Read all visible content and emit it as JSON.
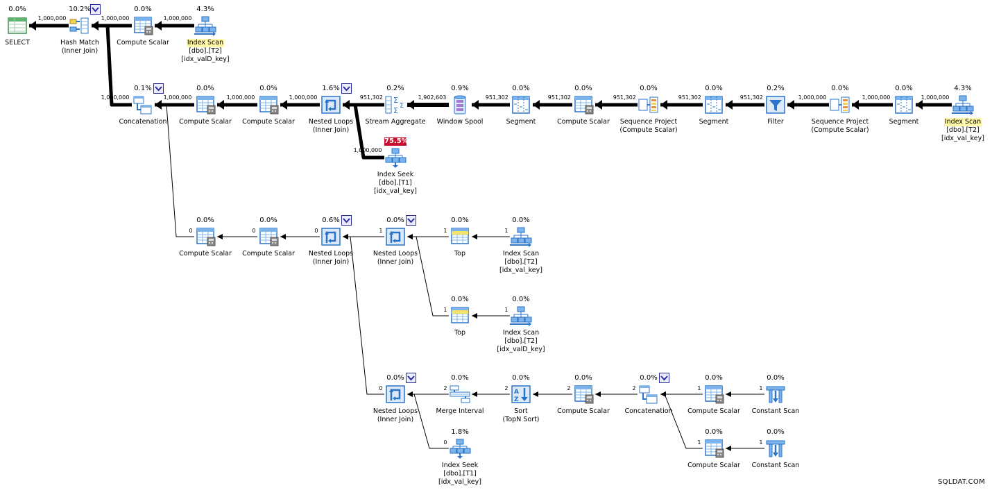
{
  "colors": {
    "edge": "#000000",
    "hot_cost": "#c8102e",
    "highlight": "#fff8a8",
    "icon_blue": "#2a73c8"
  },
  "nodes": [
    {
      "id": "n1",
      "icon": "result-icon",
      "pct": "0.0%",
      "dd": false,
      "lines": [
        "SELECT"
      ]
    },
    {
      "id": "n2",
      "icon": "hash-match-icon",
      "pct": "10.2%",
      "dd": true,
      "lines": [
        "Hash Match",
        "(Inner Join)"
      ]
    },
    {
      "id": "n3",
      "icon": "compute-scalar-icon",
      "pct": "0.0%",
      "dd": false,
      "lines": [
        "Compute Scalar"
      ]
    },
    {
      "id": "n4",
      "icon": "index-scan-icon",
      "pct": "4.3%",
      "dd": false,
      "lines": [
        "Index Scan",
        "[dbo].[T2]",
        "[idx_valD_key]"
      ],
      "highlight": 0
    },
    {
      "id": "n5",
      "icon": "concatenation-icon",
      "pct": "0.1%",
      "dd": true,
      "lines": [
        "Concatenation"
      ]
    },
    {
      "id": "n6",
      "icon": "compute-scalar-icon",
      "pct": "0.0%",
      "dd": false,
      "lines": [
        "Compute Scalar"
      ]
    },
    {
      "id": "n7",
      "icon": "compute-scalar-icon",
      "pct": "0.0%",
      "dd": false,
      "lines": [
        "Compute Scalar"
      ]
    },
    {
      "id": "n8",
      "icon": "nested-loops-icon",
      "pct": "1.6%",
      "dd": true,
      "lines": [
        "Nested Loops",
        "(Inner Join)"
      ]
    },
    {
      "id": "n9",
      "icon": "stream-aggregate-icon",
      "pct": "0.2%",
      "dd": false,
      "lines": [
        "Stream Aggregate"
      ]
    },
    {
      "id": "n10",
      "icon": "window-spool-icon",
      "pct": "0.9%",
      "dd": false,
      "lines": [
        "Window Spool"
      ]
    },
    {
      "id": "n11",
      "icon": "segment-icon",
      "pct": "0.0%",
      "dd": false,
      "lines": [
        "Segment"
      ]
    },
    {
      "id": "n12",
      "icon": "compute-scalar-icon",
      "pct": "0.0%",
      "dd": false,
      "lines": [
        "Compute Scalar"
      ]
    },
    {
      "id": "n13",
      "icon": "sequence-project-icon",
      "pct": "0.0%",
      "dd": false,
      "lines": [
        "Sequence Project",
        "(Compute Scalar)"
      ]
    },
    {
      "id": "n14",
      "icon": "segment-icon",
      "pct": "0.0%",
      "dd": false,
      "lines": [
        "Segment"
      ]
    },
    {
      "id": "n15",
      "icon": "filter-icon",
      "pct": "0.2%",
      "dd": false,
      "lines": [
        "Filter"
      ]
    },
    {
      "id": "n16",
      "icon": "sequence-project-icon",
      "pct": "0.0%",
      "dd": false,
      "lines": [
        "Sequence Project",
        "(Compute Scalar)"
      ]
    },
    {
      "id": "n17",
      "icon": "segment-icon",
      "pct": "0.0%",
      "dd": false,
      "lines": [
        "Segment"
      ]
    },
    {
      "id": "n18",
      "icon": "index-scan-icon",
      "pct": "4.3%",
      "dd": false,
      "lines": [
        "Index Scan",
        "[dbo].[T2]",
        "[idx_val_key]"
      ],
      "highlight": 0
    },
    {
      "id": "n19",
      "icon": "index-seek-icon",
      "pct": "75.5%",
      "hot": true,
      "dd": false,
      "lines": [
        "Index Seek",
        "[dbo].[T1]",
        "[idx_val_key]"
      ]
    },
    {
      "id": "n20",
      "icon": "compute-scalar-icon",
      "pct": "0.0%",
      "dd": false,
      "lines": [
        "Compute Scalar"
      ]
    },
    {
      "id": "n21",
      "icon": "compute-scalar-icon",
      "pct": "0.0%",
      "dd": false,
      "lines": [
        "Compute Scalar"
      ]
    },
    {
      "id": "n22",
      "icon": "nested-loops-icon",
      "pct": "0.6%",
      "dd": true,
      "lines": [
        "Nested Loops",
        "(Inner Join)"
      ]
    },
    {
      "id": "n23",
      "icon": "nested-loops-icon",
      "pct": "0.0%",
      "dd": true,
      "lines": [
        "Nested Loops",
        "(Inner Join)"
      ]
    },
    {
      "id": "n24",
      "icon": "top-icon",
      "pct": "0.0%",
      "dd": false,
      "lines": [
        "Top"
      ]
    },
    {
      "id": "n25",
      "icon": "index-scan-icon",
      "pct": "0.0%",
      "dd": false,
      "lines": [
        "Index Scan",
        "[dbo].[T2]",
        "[idx_val_key]"
      ]
    },
    {
      "id": "n26",
      "icon": "top-icon",
      "pct": "0.0%",
      "dd": false,
      "lines": [
        "Top"
      ]
    },
    {
      "id": "n27",
      "icon": "index-scan-icon",
      "pct": "0.0%",
      "dd": false,
      "lines": [
        "Index Scan",
        "[dbo].[T2]",
        "[idx_valD_key]"
      ]
    },
    {
      "id": "n28",
      "icon": "nested-loops-icon",
      "pct": "0.0%",
      "dd": true,
      "lines": [
        "Nested Loops",
        "(Inner Join)"
      ]
    },
    {
      "id": "n29",
      "icon": "merge-interval-icon",
      "pct": "0.0%",
      "dd": false,
      "lines": [
        "Merge Interval"
      ]
    },
    {
      "id": "n30",
      "icon": "sort-icon",
      "pct": "0.0%",
      "dd": false,
      "lines": [
        "Sort",
        "(TopN Sort)"
      ]
    },
    {
      "id": "n31",
      "icon": "compute-scalar-icon",
      "pct": "0.0%",
      "dd": false,
      "lines": [
        "Compute Scalar"
      ]
    },
    {
      "id": "n32",
      "icon": "concatenation-icon",
      "pct": "0.0%",
      "dd": true,
      "lines": [
        "Concatenation"
      ]
    },
    {
      "id": "n33",
      "icon": "compute-scalar-icon",
      "pct": "0.0%",
      "dd": false,
      "lines": [
        "Compute Scalar"
      ]
    },
    {
      "id": "n34",
      "icon": "constant-scan-icon",
      "pct": "0.0%",
      "dd": false,
      "lines": [
        "Constant Scan"
      ]
    },
    {
      "id": "n35",
      "icon": "index-seek-icon",
      "pct": "1.8%",
      "dd": false,
      "lines": [
        "Index Seek",
        "[dbo].[T1]",
        "[idx_val_key]"
      ]
    },
    {
      "id": "n36",
      "icon": "compute-scalar-icon",
      "pct": "0.0%",
      "dd": false,
      "lines": [
        "Compute Scalar"
      ]
    },
    {
      "id": "n37",
      "icon": "constant-scan-icon",
      "pct": "0.0%",
      "dd": false,
      "lines": [
        "Constant Scan"
      ]
    }
  ],
  "edges": [
    {
      "from": "n2",
      "to": "n1",
      "rows": "1,000,000",
      "w": 5
    },
    {
      "from": "n3",
      "to": "n2",
      "rows": "1,000,000",
      "w": 5
    },
    {
      "from": "n4",
      "to": "n3",
      "rows": "1,000,000",
      "w": 5
    },
    {
      "from": "n5",
      "to": "n2",
      "rows": "1,000,000",
      "w": 5
    },
    {
      "from": "n6",
      "to": "n5",
      "rows": "1,000,000",
      "w": 5
    },
    {
      "from": "n7",
      "to": "n6",
      "rows": "1,000,000",
      "w": 5
    },
    {
      "from": "n8",
      "to": "n7",
      "rows": "1,000,000",
      "w": 5
    },
    {
      "from": "n9",
      "to": "n8",
      "rows": "951,302",
      "w": 5
    },
    {
      "from": "n10",
      "to": "n9",
      "rows": "1,902,603",
      "w": 6
    },
    {
      "from": "n11",
      "to": "n10",
      "rows": "951,302",
      "w": 5
    },
    {
      "from": "n12",
      "to": "n11",
      "rows": "951,302",
      "w": 5
    },
    {
      "from": "n13",
      "to": "n12",
      "rows": "951,302",
      "w": 5
    },
    {
      "from": "n14",
      "to": "n13",
      "rows": "951,302",
      "w": 5
    },
    {
      "from": "n15",
      "to": "n14",
      "rows": "951,302",
      "w": 5
    },
    {
      "from": "n16",
      "to": "n15",
      "rows": "1,000,000",
      "w": 5
    },
    {
      "from": "n17",
      "to": "n16",
      "rows": "1,000,000",
      "w": 5
    },
    {
      "from": "n18",
      "to": "n17",
      "rows": "1,000,000",
      "w": 5
    },
    {
      "from": "n19",
      "to": "n8",
      "rows": "1,000,000",
      "w": 5
    },
    {
      "from": "n20",
      "to": "n5",
      "rows": "0",
      "w": 1
    },
    {
      "from": "n21",
      "to": "n20",
      "rows": "0",
      "w": 1
    },
    {
      "from": "n22",
      "to": "n21",
      "rows": "0",
      "w": 1
    },
    {
      "from": "n23",
      "to": "n22",
      "rows": "1",
      "w": 1
    },
    {
      "from": "n24",
      "to": "n23",
      "rows": "1",
      "w": 1
    },
    {
      "from": "n25",
      "to": "n24",
      "rows": "1",
      "w": 1
    },
    {
      "from": "n26",
      "to": "n23",
      "rows": "1",
      "w": 1
    },
    {
      "from": "n27",
      "to": "n26",
      "rows": "1",
      "w": 1
    },
    {
      "from": "n28",
      "to": "n22",
      "rows": "0",
      "w": 1
    },
    {
      "from": "n29",
      "to": "n28",
      "rows": "2",
      "w": 1
    },
    {
      "from": "n30",
      "to": "n29",
      "rows": "2",
      "w": 1
    },
    {
      "from": "n31",
      "to": "n30",
      "rows": "2",
      "w": 1
    },
    {
      "from": "n32",
      "to": "n31",
      "rows": "2",
      "w": 1
    },
    {
      "from": "n33",
      "to": "n32",
      "rows": "1",
      "w": 1
    },
    {
      "from": "n34",
      "to": "n33",
      "rows": "1",
      "w": 1
    },
    {
      "from": "n35",
      "to": "n28",
      "rows": "0",
      "w": 1
    },
    {
      "from": "n36",
      "to": "n32",
      "rows": "1",
      "w": 1
    },
    {
      "from": "n37",
      "to": "n36",
      "rows": "1",
      "w": 1
    }
  ],
  "watermark": "SQLDAT.COM"
}
